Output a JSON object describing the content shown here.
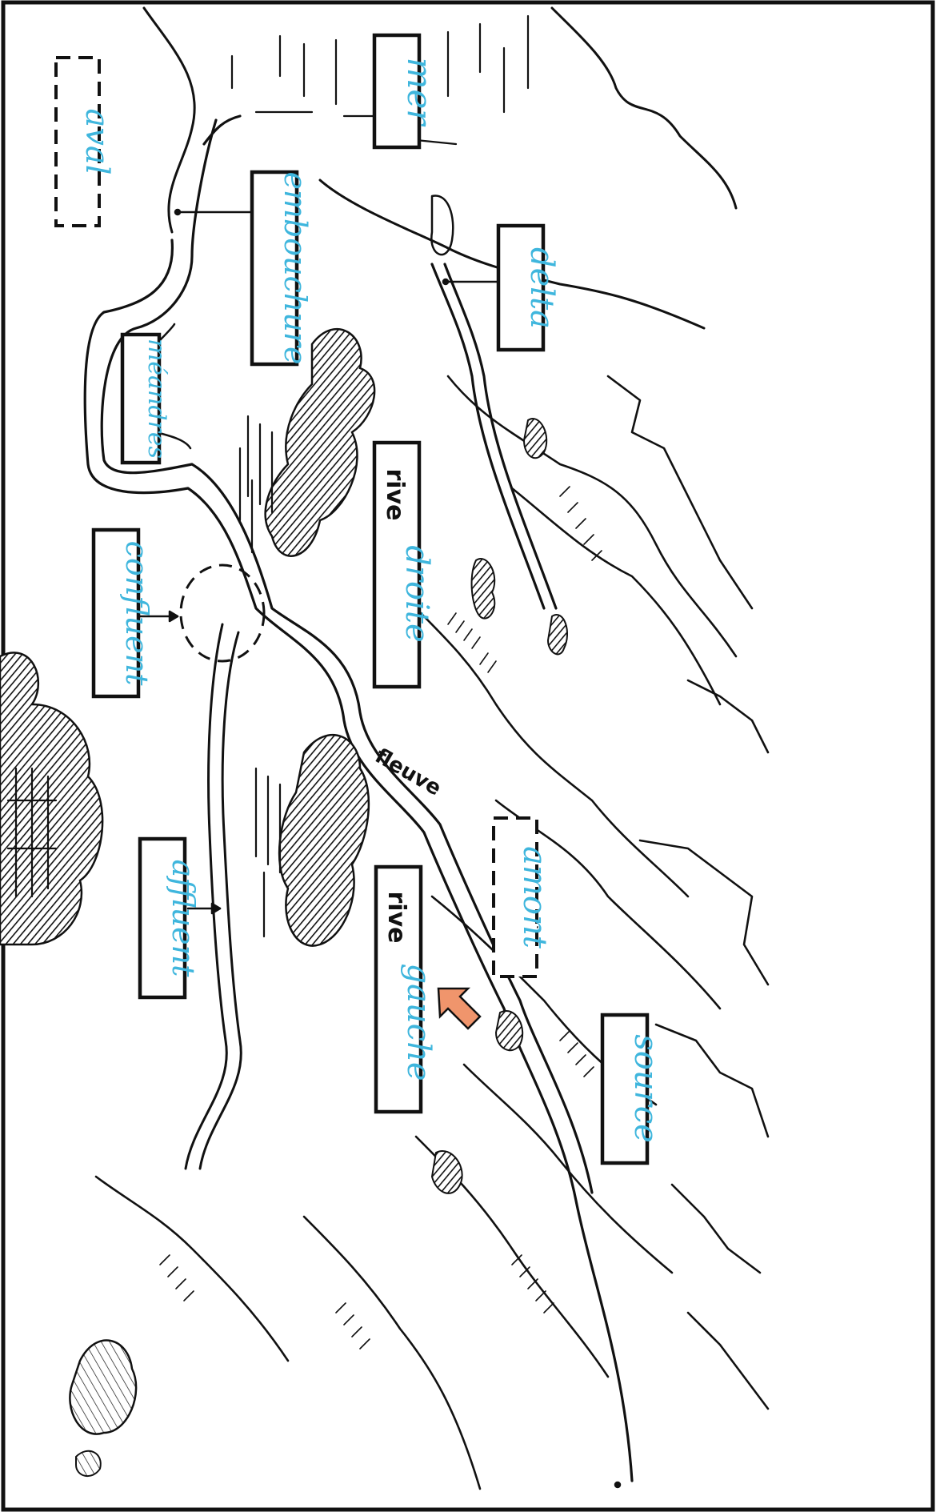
{
  "labels": {
    "aval": "aval",
    "mer": "mer",
    "embouchure": "embouchure",
    "delta": "delta",
    "meandres": "méandres",
    "rive_droite_printed": "rive",
    "rive_droite_handwritten": "droite",
    "confluent": "confluent",
    "fleuve": "fleuve",
    "amont": "amont",
    "affluent": "affluent",
    "rive_gauche_printed": "rive",
    "rive_gauche_handwritten": "gauche",
    "source": "source"
  },
  "colors": {
    "handwriting": "#3fb6dd",
    "ink": "#111111",
    "arrow": "#f0956c",
    "paper": "#ffffff"
  },
  "icons": {
    "current_direction": "orange-arrow-icon",
    "forest": "forest-icon",
    "mountains": "mountain-range-icon"
  }
}
